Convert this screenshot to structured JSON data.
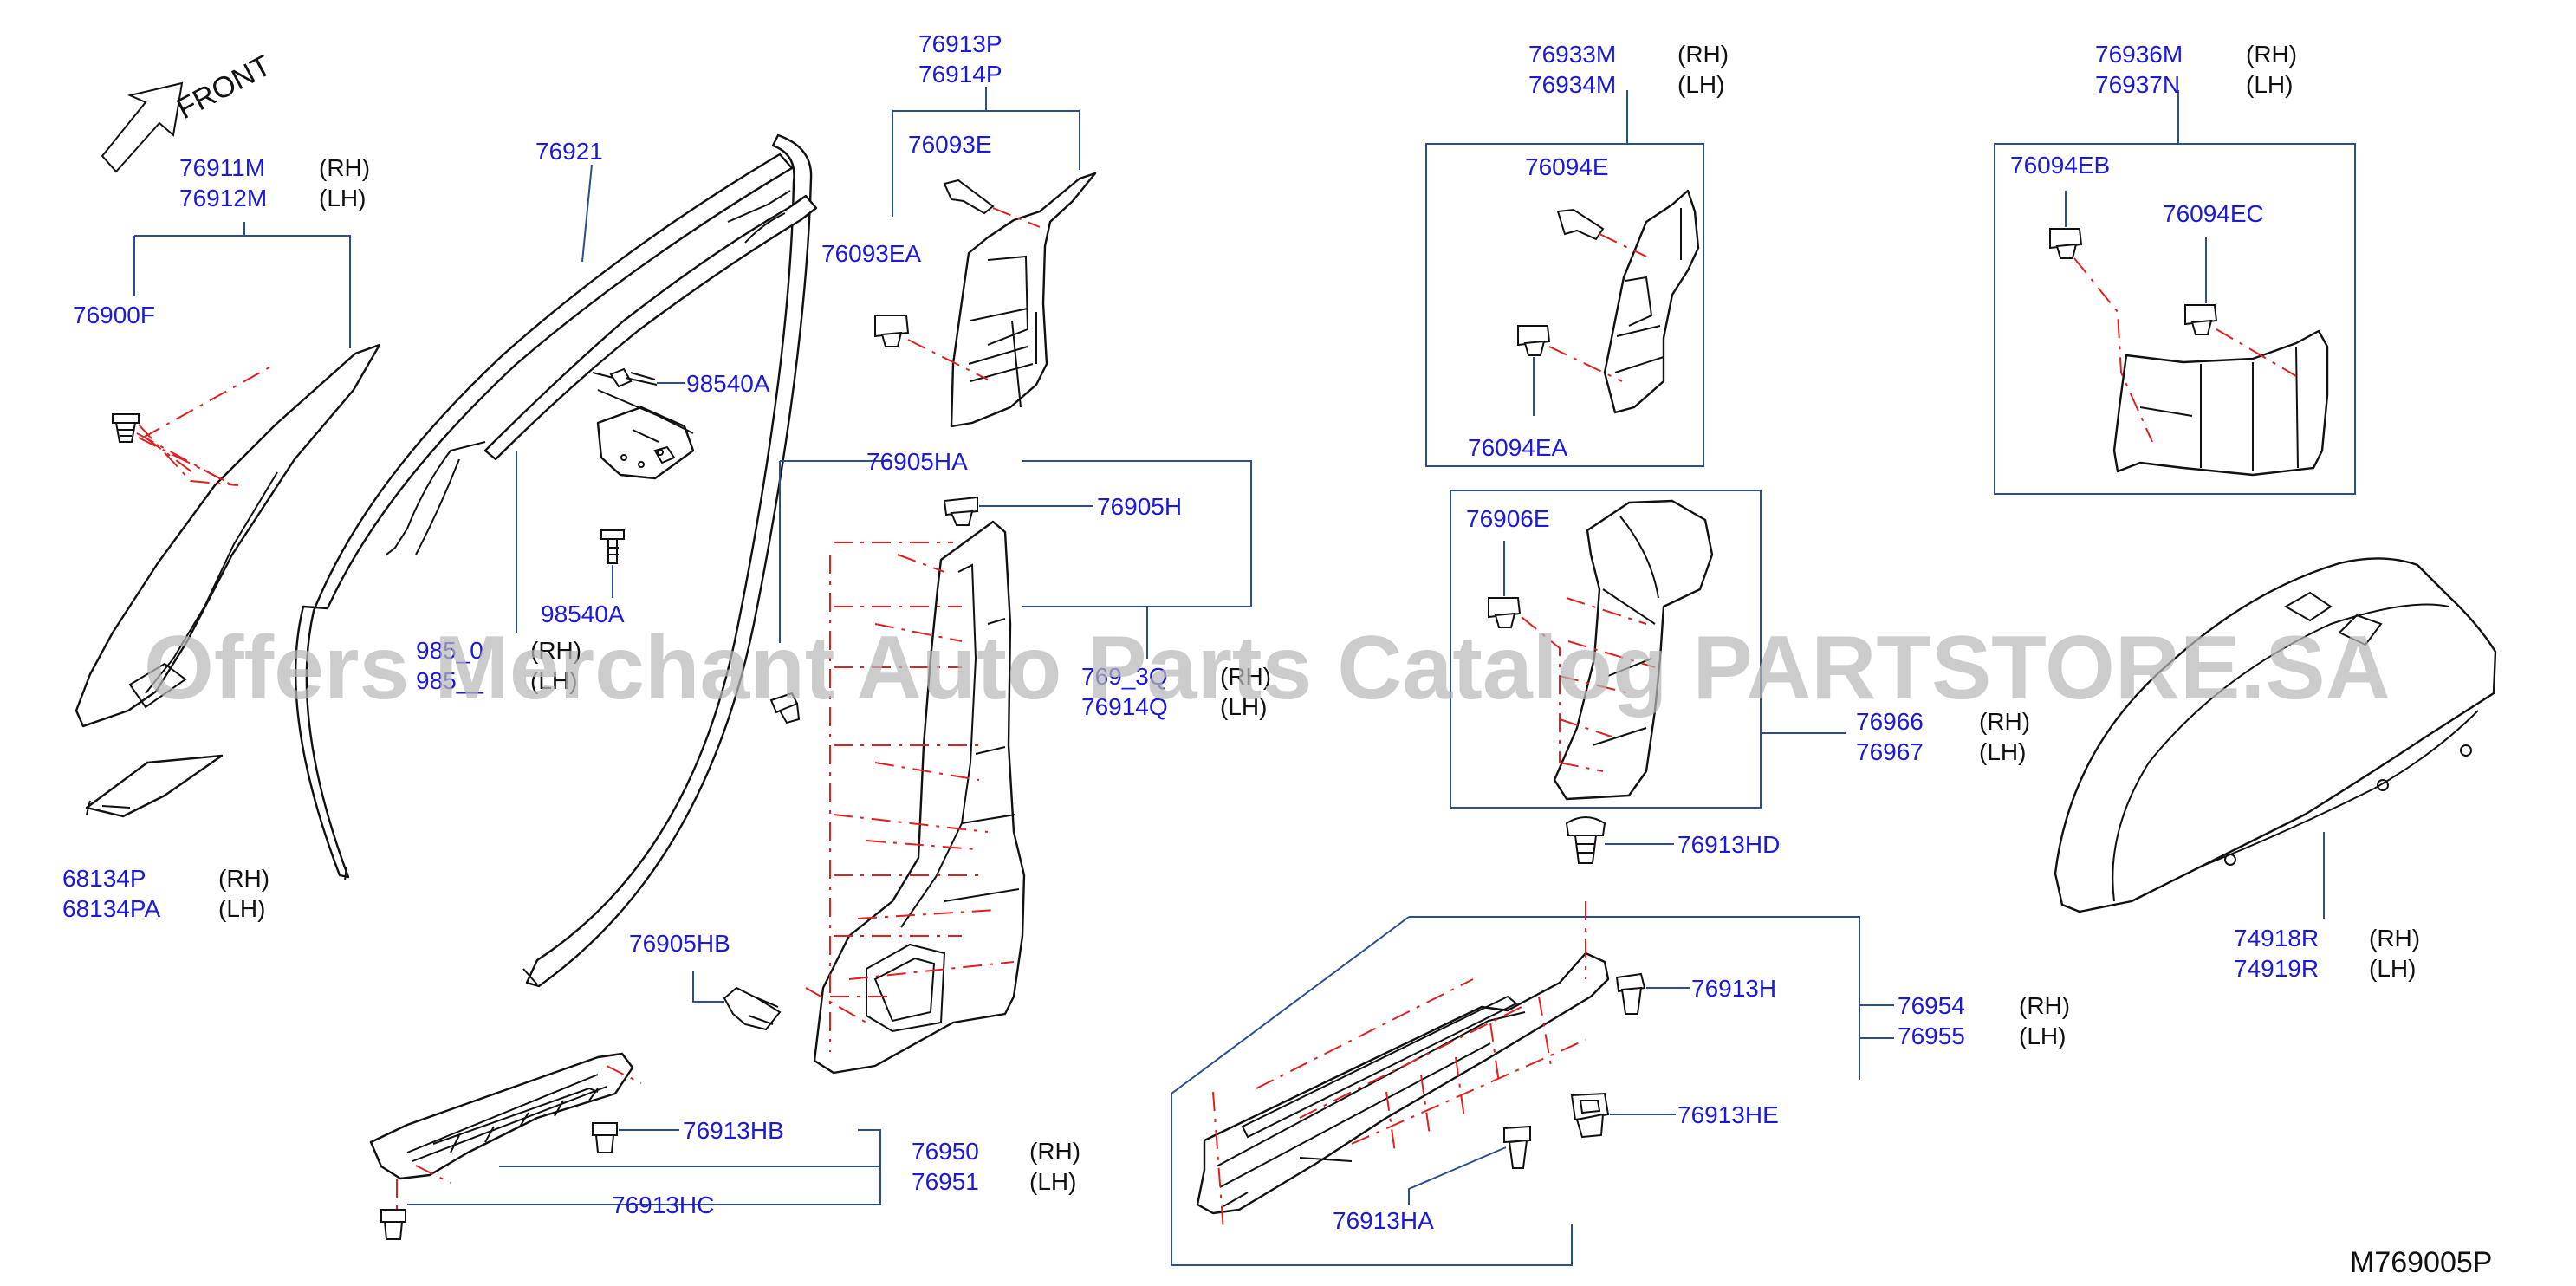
{
  "diagram": {
    "front_label": "FRONT",
    "reference_code": "M769005P",
    "watermark": "Offers Merchant Auto Parts Catalog PARTSTORE.SA",
    "side_rh": "(RH)",
    "side_lh": "(LH)",
    "labels": {
      "p76911M": "76911M",
      "p76912M": "76912M",
      "p76900F": "76900F",
      "p68134P": "68134P",
      "p68134PA": "68134PA",
      "p76921": "76921",
      "p98540A_top": "98540A",
      "p98540A_bottom": "98540A",
      "p985x0": "985_0",
      "p985xx": "985__",
      "p76913P": "76913P",
      "p76914P": "76914P",
      "p76093E": "76093E",
      "p76093EA": "76093EA",
      "p76905HA": "76905HA",
      "p76905H": "76905H",
      "p769x3Q": "769_3Q",
      "p76914Q": "76914Q",
      "p76905HB": "76905HB",
      "p76913HB": "76913HB",
      "p76913HC": "76913HC",
      "p76950": "76950",
      "p76951": "76951",
      "p76933M": "76933M",
      "p76934M": "76934M",
      "p76094E": "76094E",
      "p76094EA": "76094EA",
      "p76936M": "76936M",
      "p76937N": "76937N",
      "p76094EB": "76094EB",
      "p76094EC": "76094EC",
      "p76906E": "76906E",
      "p76966": "76966",
      "p76967": "76967",
      "p76913HD": "76913HD",
      "p76913H": "76913H",
      "p76954": "76954",
      "p76955": "76955",
      "p76913HE": "76913HE",
      "p76913HA": "76913HA",
      "p74918R": "74918R",
      "p74919R": "74919R"
    }
  }
}
